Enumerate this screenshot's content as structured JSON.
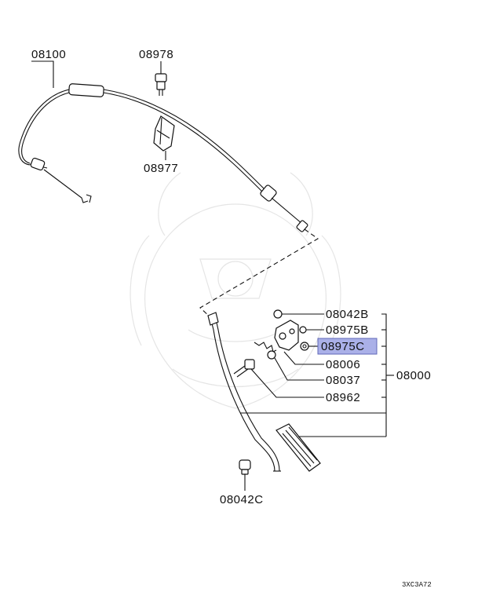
{
  "parts": {
    "cable": "08100",
    "bolt_top": "08978",
    "clamp": "08977",
    "cap": "08042B",
    "washer": "08975B",
    "bushing": "08975C",
    "bracket": "08006",
    "spring": "08037",
    "pin": "08962",
    "assembly": "08000",
    "bumper": "08042C"
  },
  "highlight_color": "#aab0e8",
  "diagram_code": "3XC3A72"
}
